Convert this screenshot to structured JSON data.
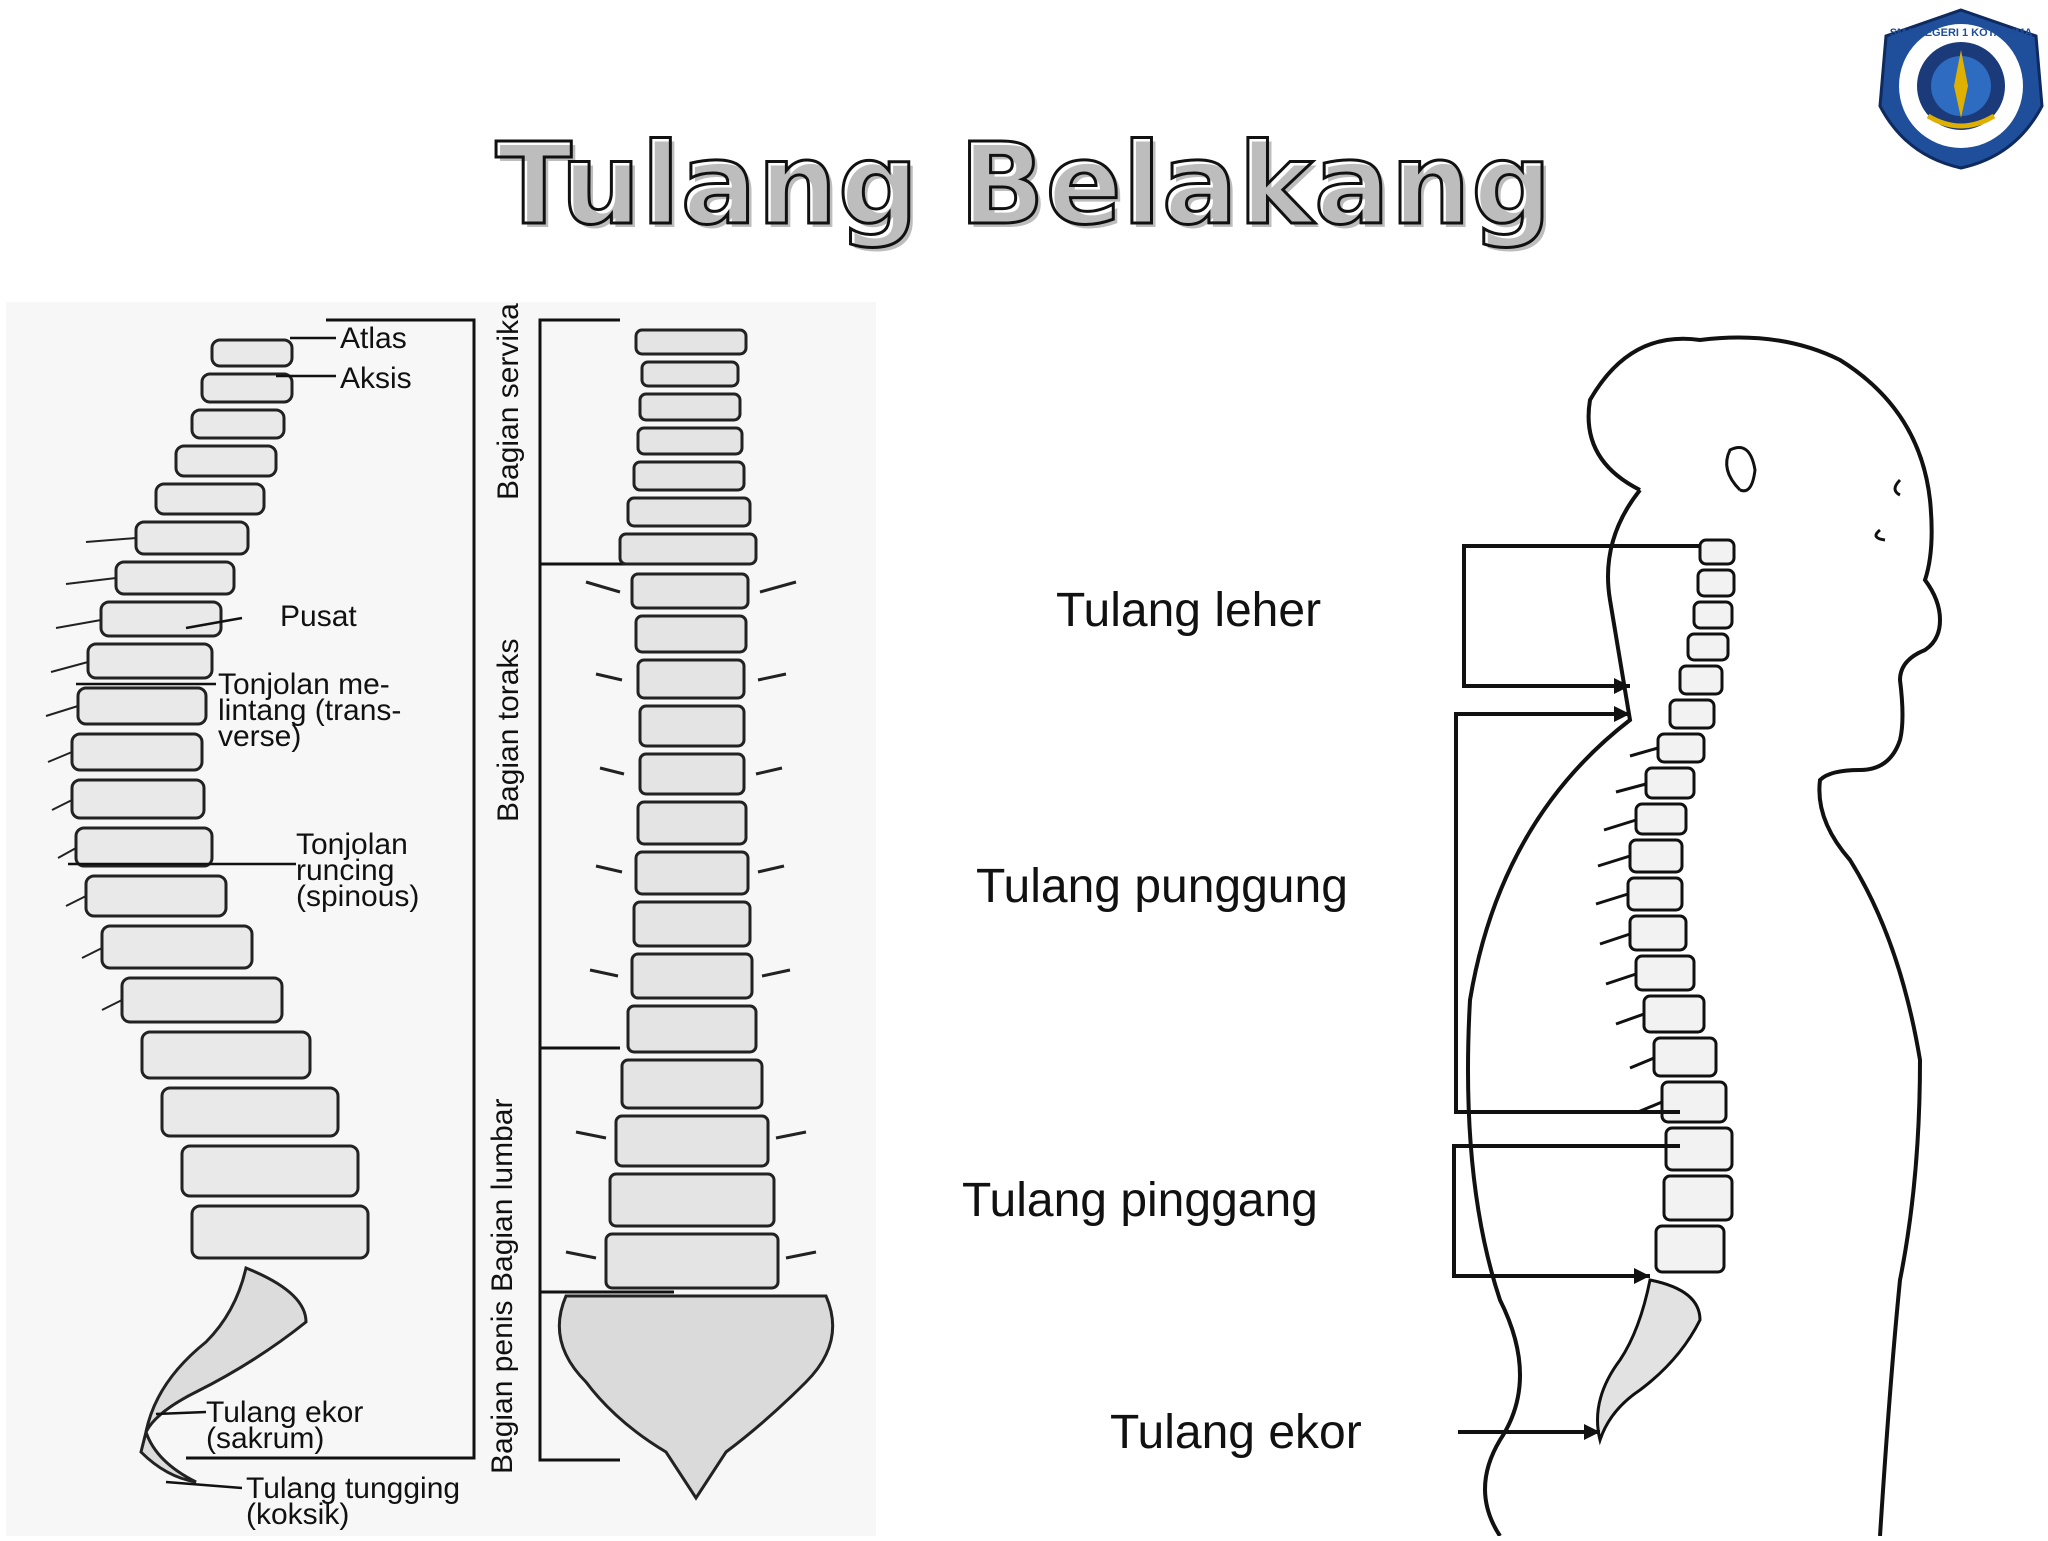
{
  "slide": {
    "title": "Tulang Belakang",
    "logo": {
      "ring_text": "SMA NEGERI 1 KOTA BIMA",
      "colors": {
        "outer": "#1f4e9a",
        "ring": "#ffffff",
        "inner": "#1b3a7a",
        "accent": "#e0b000"
      }
    }
  },
  "left_figure": {
    "side_labels": {
      "atlas": "Atlas",
      "aksis": "Aksis",
      "pusat": "Pusat",
      "transverse": [
        "Tonjolan me-",
        "lintang (trans-",
        "verse)"
      ],
      "spinous": [
        "Tonjolan",
        "runcing",
        "(spinous)"
      ],
      "sakrum": [
        "Tulang ekor",
        "(sakrum)"
      ],
      "koksik": [
        "Tulang tungging",
        "(koksik)"
      ]
    },
    "region_labels": {
      "servikal": "Bagian servikal",
      "toraks": "Bagian toraks",
      "lumbar": "Bagian lumbar",
      "penis": "Bagian penis"
    }
  },
  "right_figure": {
    "labels": {
      "leher": "Tulang leher",
      "punggung": "Tulang punggung",
      "pinggang": "Tulang pinggang",
      "ekor": "Tulang ekor"
    }
  }
}
